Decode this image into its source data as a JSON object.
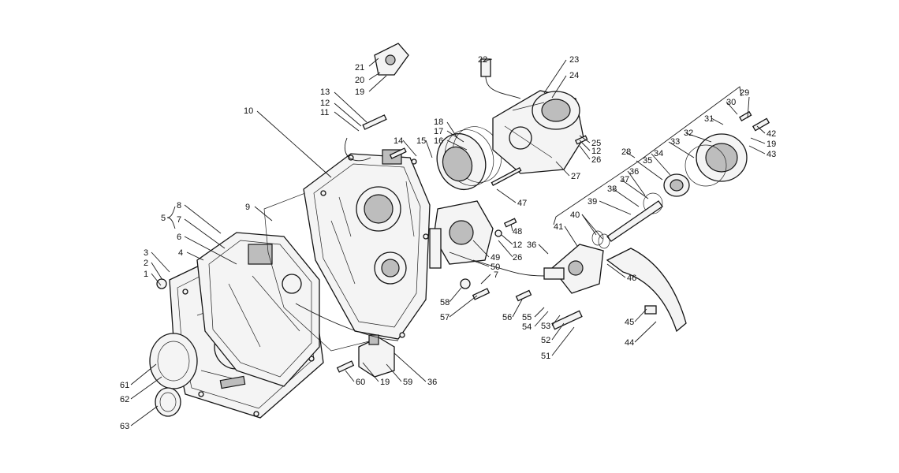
{
  "colors": {
    "ink": "#141414",
    "paper": "#ffffff",
    "shade": "#bdbdbd"
  },
  "callouts": [
    {
      "id": "c21",
      "text": "21"
    },
    {
      "id": "c20",
      "text": "20"
    },
    {
      "id": "c19a",
      "text": "19"
    },
    {
      "id": "c22",
      "text": "22"
    },
    {
      "id": "c23",
      "text": "23"
    },
    {
      "id": "c24",
      "text": "24"
    },
    {
      "id": "c13",
      "text": "13"
    },
    {
      "id": "c12a",
      "text": "12"
    },
    {
      "id": "c11",
      "text": "11"
    },
    {
      "id": "c10",
      "text": "10"
    },
    {
      "id": "c18",
      "text": "18"
    },
    {
      "id": "c17",
      "text": "17"
    },
    {
      "id": "c16",
      "text": "16"
    },
    {
      "id": "c14",
      "text": "14"
    },
    {
      "id": "c15",
      "text": "15"
    },
    {
      "id": "c25",
      "text": "25"
    },
    {
      "id": "c12b",
      "text": "12"
    },
    {
      "id": "c26a",
      "text": "26"
    },
    {
      "id": "c27",
      "text": "27"
    },
    {
      "id": "c29",
      "text": "29"
    },
    {
      "id": "c30",
      "text": "30"
    },
    {
      "id": "c31",
      "text": "31"
    },
    {
      "id": "c32",
      "text": "32"
    },
    {
      "id": "c42",
      "text": "42"
    },
    {
      "id": "c19b",
      "text": "19"
    },
    {
      "id": "c43",
      "text": "43"
    },
    {
      "id": "c28",
      "text": "28"
    },
    {
      "id": "c33",
      "text": "33"
    },
    {
      "id": "c34",
      "text": "34"
    },
    {
      "id": "c35",
      "text": "35"
    },
    {
      "id": "c36a",
      "text": "36"
    },
    {
      "id": "c37",
      "text": "37"
    },
    {
      "id": "c38",
      "text": "38"
    },
    {
      "id": "c39",
      "text": "39"
    },
    {
      "id": "c40",
      "text": "40"
    },
    {
      "id": "c41",
      "text": "41"
    },
    {
      "id": "c47",
      "text": "47"
    },
    {
      "id": "c48",
      "text": "48"
    },
    {
      "id": "c12c",
      "text": "12"
    },
    {
      "id": "c26b",
      "text": "26"
    },
    {
      "id": "c36b",
      "text": "36"
    },
    {
      "id": "c49",
      "text": "49"
    },
    {
      "id": "c50",
      "text": "50"
    },
    {
      "id": "c7a",
      "text": "7"
    },
    {
      "id": "c46",
      "text": "46"
    },
    {
      "id": "c8",
      "text": "8"
    },
    {
      "id": "c5",
      "text": "5"
    },
    {
      "id": "c7b",
      "text": "7"
    },
    {
      "id": "c9",
      "text": "9"
    },
    {
      "id": "c6",
      "text": "6"
    },
    {
      "id": "c3",
      "text": "3"
    },
    {
      "id": "c4",
      "text": "4"
    },
    {
      "id": "c2",
      "text": "2"
    },
    {
      "id": "c1",
      "text": "1"
    },
    {
      "id": "c58",
      "text": "58"
    },
    {
      "id": "c57",
      "text": "57"
    },
    {
      "id": "c56",
      "text": "56"
    },
    {
      "id": "c55",
      "text": "55"
    },
    {
      "id": "c54",
      "text": "54"
    },
    {
      "id": "c53",
      "text": "53"
    },
    {
      "id": "c52",
      "text": "52"
    },
    {
      "id": "c51",
      "text": "51"
    },
    {
      "id": "c45",
      "text": "45"
    },
    {
      "id": "c44",
      "text": "44"
    },
    {
      "id": "c61",
      "text": "61"
    },
    {
      "id": "c62",
      "text": "62"
    },
    {
      "id": "c63",
      "text": "63"
    },
    {
      "id": "c60",
      "text": "60"
    },
    {
      "id": "c19c",
      "text": "19"
    },
    {
      "id": "c59",
      "text": "59"
    },
    {
      "id": "c36c",
      "text": "36"
    }
  ]
}
